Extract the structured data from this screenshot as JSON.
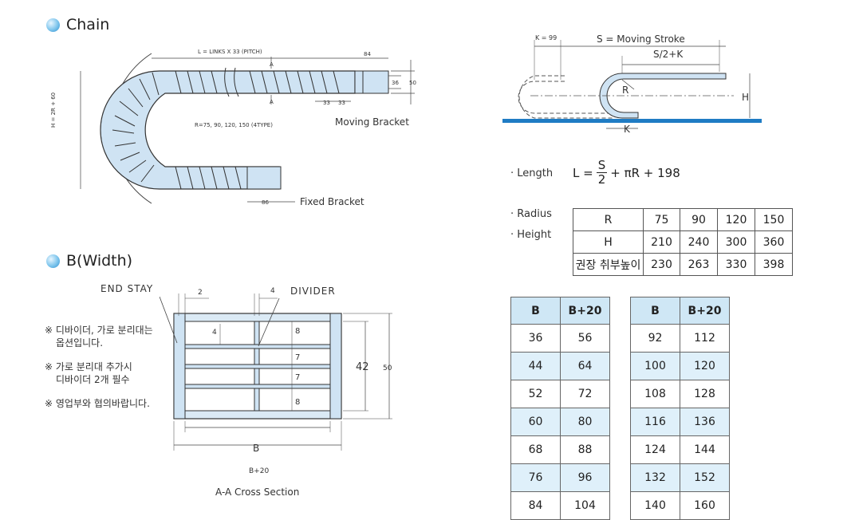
{
  "chain_section": {
    "title": "Chain",
    "links_label": "L = LINKS X 33 (PITCH)",
    "dim_84": "84",
    "dim_36": "36",
    "dim_50": "50",
    "pitch_a": "33",
    "pitch_b": "33",
    "section_marker_top": "A",
    "section_marker_bottom": "A",
    "height_label": "H = 2R + 60",
    "radius_label": "R=75, 90, 120, 150 (4TYPE)",
    "moving_bracket": "Moving Bracket",
    "fixed_bracket": "Fixed Bracket",
    "dim_86": "86"
  },
  "stroke_diagram": {
    "k99": "K = 99",
    "moving_stroke": "S = Moving Stroke",
    "s2k": "S/2+K",
    "r": "R",
    "h": "H",
    "k": "K"
  },
  "formula": {
    "length_label": "· Length",
    "lhs": "L =",
    "numerator": "S",
    "denominator": "2",
    "rhs": "+ πR + 198"
  },
  "radius_height": {
    "radius_label": "· Radius",
    "height_label": "· Height",
    "rows": [
      [
        "R",
        "75",
        "90",
        "120",
        "150"
      ],
      [
        "H",
        "210",
        "240",
        "300",
        "360"
      ],
      [
        "권장 취부높이",
        "230",
        "263",
        "330",
        "398"
      ]
    ]
  },
  "width_section": {
    "title": "B(Width)",
    "end_stay": "END STAY",
    "divider": "DIVIDER",
    "dim_2": "2",
    "dim_4_top": "4",
    "dim_4_side": "4",
    "dim_8a": "8",
    "dim_7a": "7",
    "dim_7b": "7",
    "dim_8b": "8",
    "dim_42": "42",
    "dim_50": "50",
    "dim_b": "B",
    "dim_b20": "B+20",
    "caption": "A-A Cross Section",
    "notes": [
      "※ 디바이더, 가로 분리대는",
      "옵션입니다.",
      "※ 가로 분리대 추가시",
      "디바이더 2개 필수",
      "※ 영업부와 협의바랍니다."
    ]
  },
  "b_tables": {
    "headers": [
      "B",
      "B+20"
    ],
    "left": [
      [
        "36",
        "56"
      ],
      [
        "44",
        "64"
      ],
      [
        "52",
        "72"
      ],
      [
        "60",
        "80"
      ],
      [
        "68",
        "88"
      ],
      [
        "76",
        "96"
      ],
      [
        "84",
        "104"
      ]
    ],
    "right": [
      [
        "92",
        "112"
      ],
      [
        "100",
        "120"
      ],
      [
        "108",
        "128"
      ],
      [
        "116",
        "136"
      ],
      [
        "124",
        "144"
      ],
      [
        "132",
        "152"
      ],
      [
        "140",
        "160"
      ]
    ]
  },
  "colors": {
    "chain_fill": "#cfe3f3",
    "accent_blue": "#2f8fcf",
    "table_header": "#cfe7f5",
    "table_alt": "#dff0fa",
    "floor": "#1f7cc4"
  }
}
